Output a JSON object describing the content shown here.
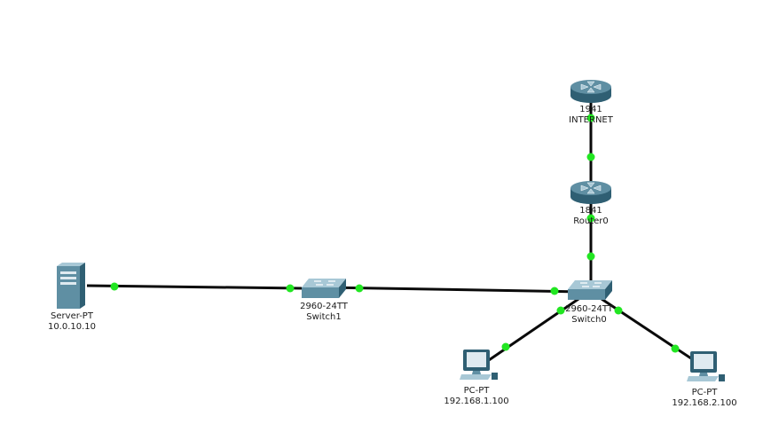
{
  "colors": {
    "link": "#0a0a0a",
    "port_up": "#22e622",
    "device_body": "#5f8fa3",
    "device_dark": "#2f5f73",
    "device_light": "#a8c8d6"
  },
  "devices": {
    "internet": {
      "model": "1941",
      "name": "INTERNET",
      "icon": "router-icon"
    },
    "router0": {
      "model": "1841",
      "name": "Router0",
      "icon": "router-icon"
    },
    "switch0": {
      "model": "2960-24TT",
      "name": "Switch0",
      "icon": "switch-icon"
    },
    "switch1": {
      "model": "2960-24TT",
      "name": "Switch1",
      "icon": "switch-icon"
    },
    "server": {
      "model": "Server-PT",
      "name": "10.0.10.10",
      "icon": "server-icon"
    },
    "pc1": {
      "model": "PC-PT",
      "name": "192.168.1.100",
      "icon": "pc-icon"
    },
    "pc2": {
      "model": "PC-PT",
      "name": "192.168.2.100",
      "icon": "pc-icon"
    }
  },
  "links": [
    {
      "from": "internet",
      "to": "router0",
      "status": "up"
    },
    {
      "from": "router0",
      "to": "switch0",
      "status": "up"
    },
    {
      "from": "switch1",
      "to": "switch0",
      "status": "up"
    },
    {
      "from": "server",
      "to": "switch1",
      "status": "up"
    },
    {
      "from": "switch0",
      "to": "pc1",
      "status": "up"
    },
    {
      "from": "switch0",
      "to": "pc2",
      "status": "up"
    }
  ]
}
